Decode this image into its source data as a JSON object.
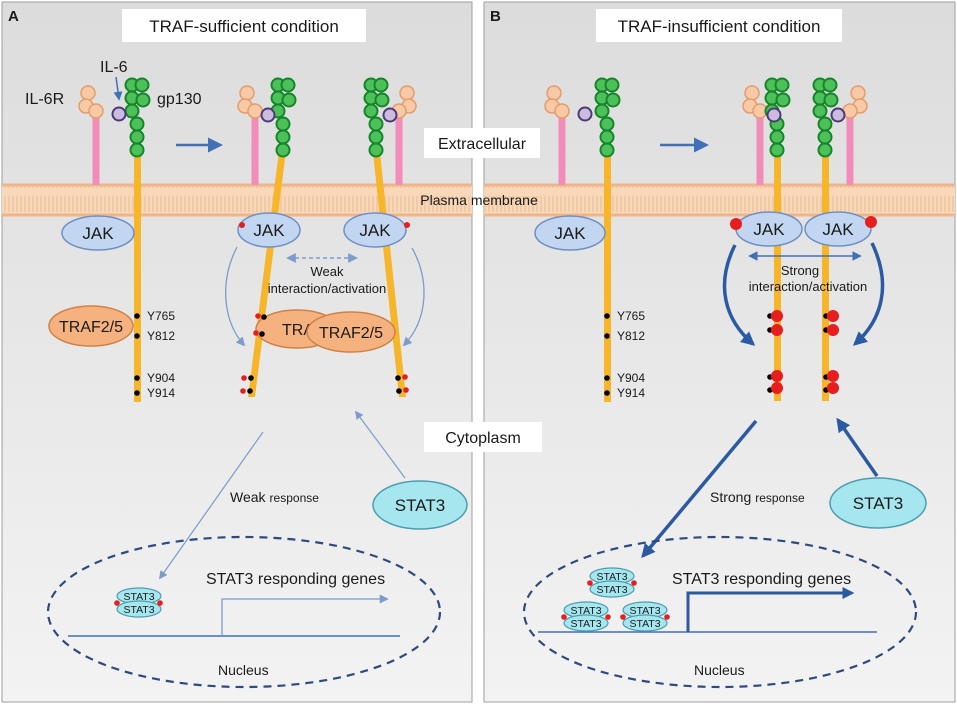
{
  "panel_a": {
    "letter": "A",
    "condition": "TRAF-sufficient condition",
    "ligand_label": "IL-6",
    "receptor_label": "IL-6R",
    "transducer_label": "gp130",
    "jak": "JAK",
    "traf": "TRAF2/5",
    "traf_partial": "TRAF",
    "tyrosines": [
      "Y765",
      "Y812",
      "Y904",
      "Y914"
    ],
    "interaction": "Weak",
    "interaction_sub": "interaction/activation",
    "response_word": "Weak",
    "response_sub": "response",
    "stat3": "STAT3",
    "genes_label": "STAT3 responding genes",
    "nucleus": "Nucleus"
  },
  "panel_b": {
    "letter": "B",
    "condition": "TRAF-insufficient condition",
    "jak": "JAK",
    "tyrosines": [
      "Y765",
      "Y812",
      "Y904",
      "Y914"
    ],
    "interaction": "Strong",
    "interaction_sub": "interaction/activation",
    "response_word": "Strong",
    "response_sub": "response",
    "stat3": "STAT3",
    "genes_label": "STAT3 responding genes",
    "nucleus": "Nucleus"
  },
  "shared": {
    "extracellular": "Extracellular",
    "membrane": "Plasma membrane",
    "cytoplasm": "Cytoplasm"
  },
  "colors": {
    "panel_bg": "#e6e6e6",
    "membrane": "#f6d3b3",
    "receptor_pink": "#f28cb8",
    "receptor_peach": "#f7c9a4",
    "gp130_green": "#4cc15a",
    "gp130_stroke": "#16852a",
    "ligand_purple": "#cbbcdf",
    "ligand_stroke": "#4b3a78",
    "chain_yellow": "#f7b52a",
    "jak_fill": "#c3d6f1",
    "jak_stroke": "#6f8fc4",
    "traf_fill": "#f6b27e",
    "stat_fill": "#a6e6ef",
    "stat_stroke": "#4b9db1",
    "phospho_red": "#e81d1d",
    "arrow_blue": "#4170b7",
    "nucleus_dash": "#2d4a82"
  }
}
